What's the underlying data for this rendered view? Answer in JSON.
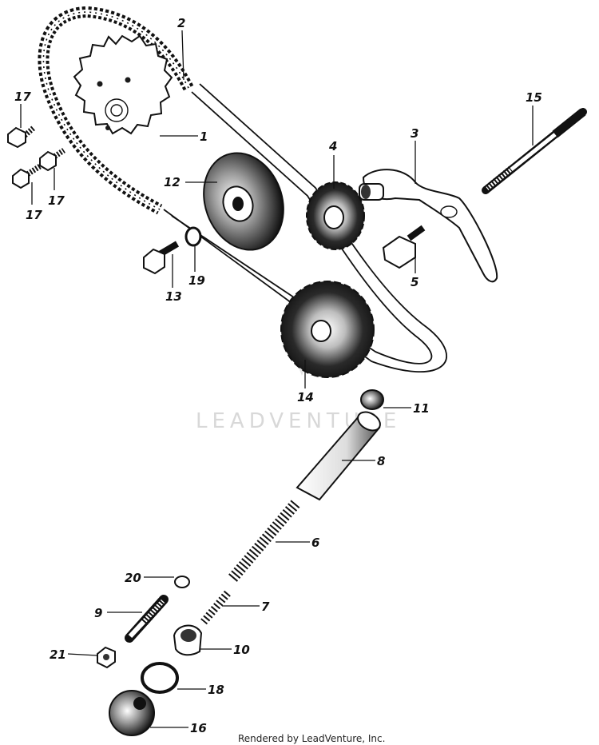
{
  "watermark": "LEADVENTURE",
  "footer": "Rendered by LeadVenture, Inc.",
  "callouts": {
    "c1": "1",
    "c2": "2",
    "c3": "3",
    "c4": "4",
    "c5": "5",
    "c6": "6",
    "c7": "7",
    "c8": "8",
    "c9": "9",
    "c10": "10",
    "c11": "11",
    "c12": "12",
    "c13": "13",
    "c14": "14",
    "c15": "15",
    "c16": "16",
    "c17a": "17",
    "c17b": "17",
    "c17c": "17",
    "c18": "18",
    "c19": "19",
    "c20": "20",
    "c21": "21"
  }
}
